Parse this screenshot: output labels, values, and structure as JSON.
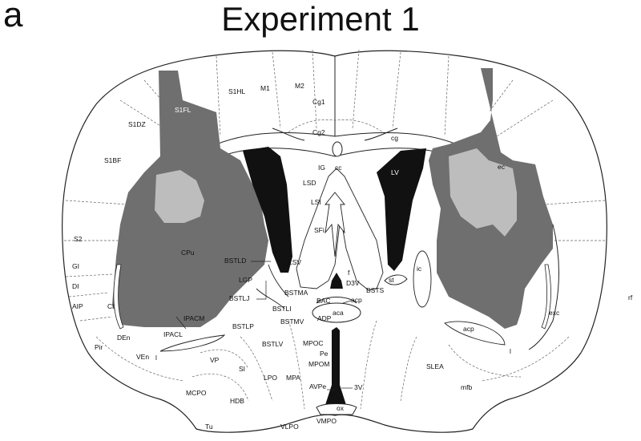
{
  "panel_letter": "a",
  "title": "Experiment 1",
  "colors": {
    "lesion_dark": "#6f6f6f",
    "lesion_core": "#bdbdbd",
    "ventricle": "#111111",
    "outline": "#222222",
    "dashed": "#555555"
  },
  "regions": {
    "S1HL": "S1HL",
    "M1": "M1",
    "M2": "M2",
    "Cg1": "Cg1",
    "Cg2": "Cg2",
    "S1FL": "S1FL",
    "S1DZ": "S1DZ",
    "S1BF": "S1BF",
    "cg": "cg",
    "IG": "IG",
    "cc": "cc",
    "LV": "LV",
    "ec": "ec",
    "LSD": "LSD",
    "LSI": "LSI",
    "SFi": "SFi",
    "S2": "S2",
    "GI": "GI",
    "DI": "DI",
    "AIP": "AIP",
    "CPu": "CPu",
    "BSTLD": "BSTLD",
    "LSV": "LSV",
    "LGP": "LGP",
    "f": "f",
    "D3V": "D3V",
    "st": "st",
    "ic": "ic",
    "BSTMA": "BSTMA",
    "BSTS": "BSTS",
    "BSTLJ": "BSTLJ",
    "BAC": "BAC",
    "acp": "acp",
    "BSTLI": "BSTLI",
    "aca": "aca",
    "Cl": "Cl",
    "IPACM": "IPACM",
    "BSTMV": "BSTMV",
    "ADP": "ADP",
    "BSTLP": "BSTLP",
    "exc": "exc",
    "rf": "rf",
    "acp_right": "acp",
    "IPACL": "IPACL",
    "DEn": "DEn",
    "Pir": "Pir",
    "VEn": "VEn",
    "l_left": "l",
    "VP": "VP",
    "BSTLV": "BSTLV",
    "MPOC": "MPOC",
    "Pe": "Pe",
    "MPOM": "MPOM",
    "l_right": "l",
    "SLEA": "SLEA",
    "SI": "SI",
    "LPO": "LPO",
    "MPA": "MPA",
    "AVPe": "AVPe",
    "3V": "3V",
    "mfb": "mfb",
    "MCPO": "MCPO",
    "HDB": "HDB",
    "ox": "ox",
    "Tu": "Tu",
    "VLPO": "VLPO",
    "VMPO": "VMPO"
  }
}
